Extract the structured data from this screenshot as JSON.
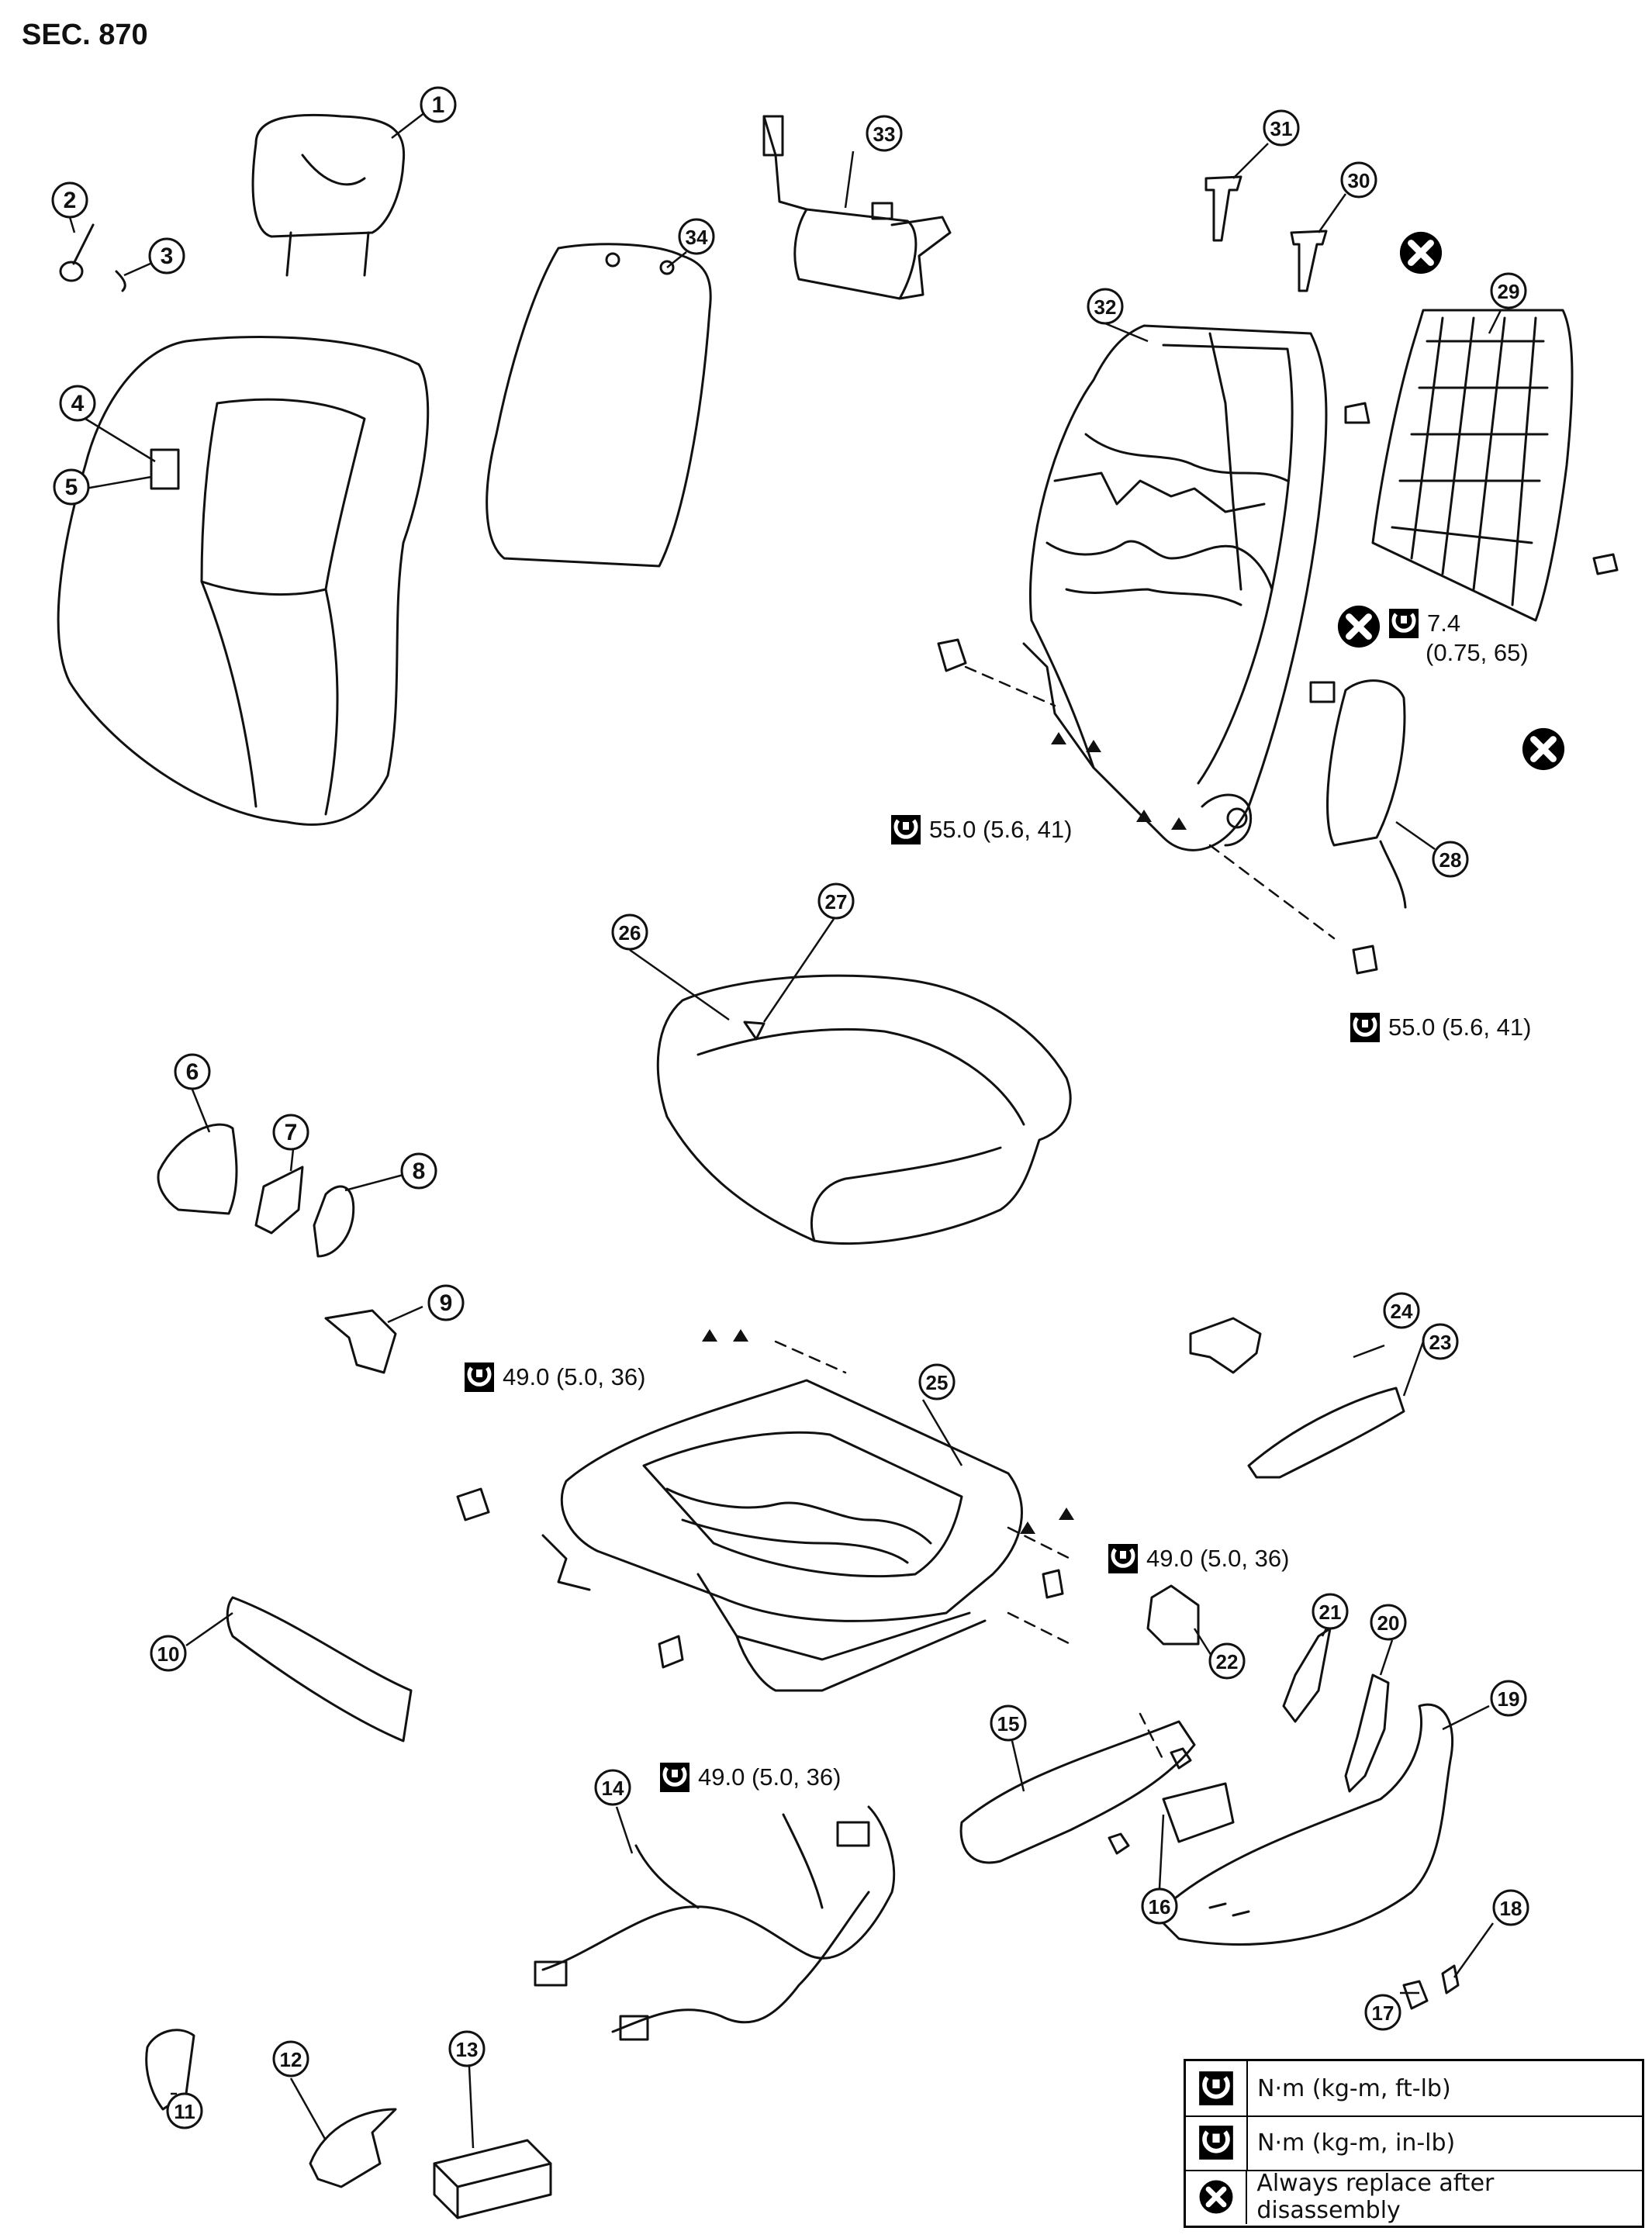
{
  "section": "SEC. 870",
  "callouts": [
    {
      "num": "1"
    },
    {
      "num": "2"
    },
    {
      "num": "3"
    },
    {
      "num": "4"
    },
    {
      "num": "5"
    },
    {
      "num": "6"
    },
    {
      "num": "7"
    },
    {
      "num": "8"
    },
    {
      "num": "9"
    },
    {
      "num": "10"
    },
    {
      "num": "11"
    },
    {
      "num": "12"
    },
    {
      "num": "13"
    },
    {
      "num": "14"
    },
    {
      "num": "15"
    },
    {
      "num": "16"
    },
    {
      "num": "17"
    },
    {
      "num": "18"
    },
    {
      "num": "19"
    },
    {
      "num": "20"
    },
    {
      "num": "21"
    },
    {
      "num": "22"
    },
    {
      "num": "23"
    },
    {
      "num": "24"
    },
    {
      "num": "25"
    },
    {
      "num": "26"
    },
    {
      "num": "27"
    },
    {
      "num": "28"
    },
    {
      "num": "29"
    },
    {
      "num": "30"
    },
    {
      "num": "31"
    },
    {
      "num": "32"
    },
    {
      "num": "33"
    },
    {
      "num": "34"
    }
  ],
  "torques": [
    {
      "label": "7.4",
      "label2": "(0.75, 65)",
      "type": "in-lb"
    },
    {
      "label": "55.0 (5.6, 41)",
      "type": "ft-lb"
    },
    {
      "label": "55.0 (5.6, 41)",
      "type": "ft-lb"
    },
    {
      "label": "49.0 (5.0, 36)",
      "type": "ft-lb"
    },
    {
      "label": "49.0 (5.0, 36)",
      "type": "ft-lb"
    },
    {
      "label": "49.0 (5.0, 36)",
      "type": "ft-lb"
    }
  ],
  "legend": [
    {
      "icon": "torque-ftlb-icon",
      "text": "N·m (kg-m, ft-lb)"
    },
    {
      "icon": "torque-inlb-icon",
      "text": "N·m (kg-m, in-lb)"
    },
    {
      "icon": "replace-x-icon",
      "text": "Always replace after disassembly"
    }
  ]
}
